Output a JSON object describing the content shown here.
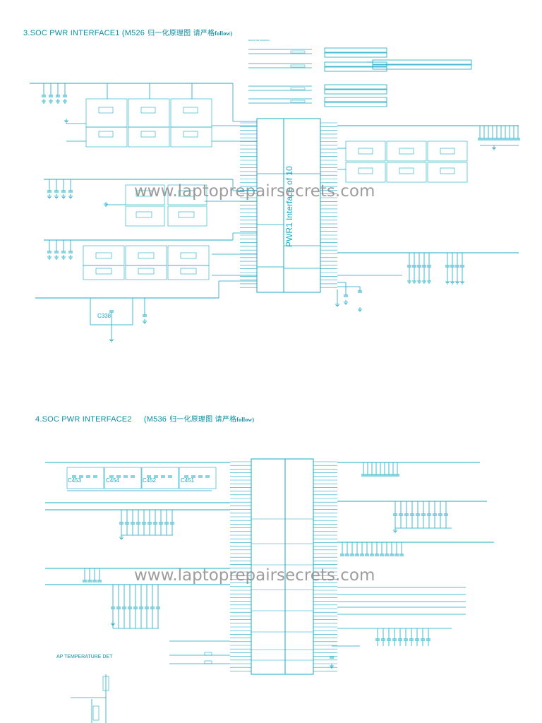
{
  "sections": [
    {
      "title": "3.SOC PWR INTERFACE1",
      "subtitle_model": "(M526",
      "subtitle_cn": "归一化原理图 请严格",
      "subtitle_follow": "follow)"
    },
    {
      "title": "4.SOC PWR INTERFACE2",
      "subtitle_model": "(M536",
      "subtitle_cn": "归一化原理图 请严格",
      "subtitle_follow": "follow)"
    }
  ],
  "watermark": "www.laptoprepairsecrets.com",
  "ap_temperature_label": "AP TEMPERATURE DET",
  "chip_label_1": "PWR1 Interface of 10",
  "component_labels": {
    "c338": "C338",
    "c453": "C453",
    "c454": "C454",
    "c452": "C452",
    "c451": "C451"
  },
  "colors": {
    "wire": "#17a8c4",
    "title": "#0b8fa6",
    "watermark": "#8c8c8c"
  }
}
